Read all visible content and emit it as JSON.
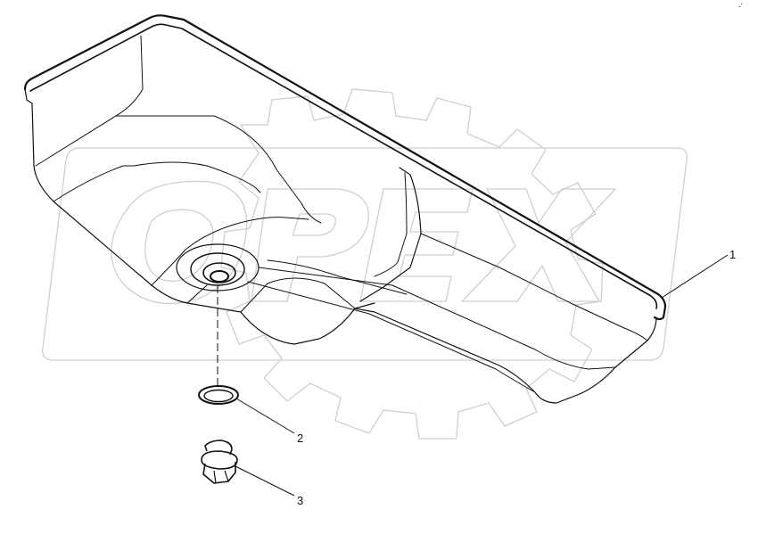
{
  "diagram": {
    "watermark": "OPEX",
    "corner_mark": "-'",
    "callouts": [
      {
        "id": "1",
        "label": "1",
        "part": "oil-pan"
      },
      {
        "id": "2",
        "label": "2",
        "part": "sealing-ring"
      },
      {
        "id": "3",
        "label": "3",
        "part": "drain-plug"
      }
    ]
  },
  "colors": {
    "line": "#111111",
    "watermark": "#cfcfcf",
    "background": "#ffffff"
  }
}
